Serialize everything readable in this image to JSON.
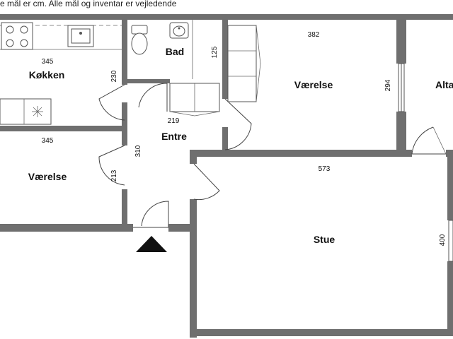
{
  "caption": "e mål er cm. Alle mål og inventar er vejledende",
  "rooms": {
    "kitchen": "Køkken",
    "bath": "Bad",
    "bedroom1": "Værelse",
    "bedroom2": "Værelse",
    "entrance": "Entre",
    "living": "Stue",
    "balcony": "Alta"
  },
  "dimensions": {
    "kitchen_width": "345",
    "kitchen_depth": "230",
    "bath_depth": "125",
    "bedroom1_width": "382",
    "bedroom1_depth": "294",
    "entrance_width": "219",
    "entrance_depth": "310",
    "bedroom2_width": "345",
    "bedroom2_depth": "213",
    "living_width": "573",
    "living_depth": "400"
  }
}
